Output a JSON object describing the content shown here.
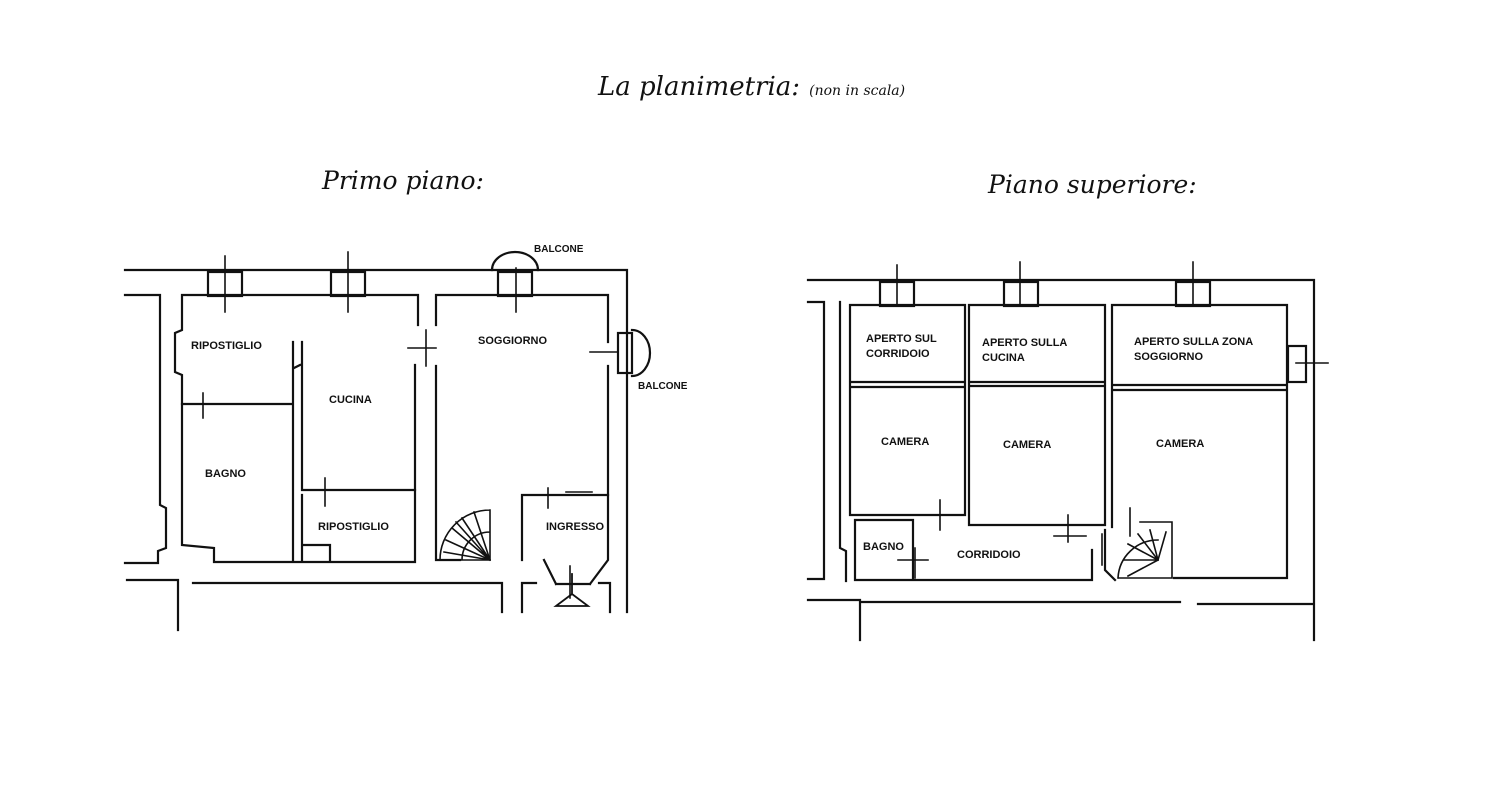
{
  "title": {
    "main": "La planimetria:",
    "sub": "(non in scala)"
  },
  "floors": [
    {
      "title": "Primo piano:",
      "rooms": [
        "RIPOSTIGLIO",
        "CUCINA",
        "SOGGIORNO",
        "BAGNO",
        "RIPOSTIGLIO",
        "INGRESSO"
      ],
      "balconies": [
        "BALCONE",
        "BALCONE"
      ]
    },
    {
      "title": "Piano superiore:",
      "rooms": [
        [
          "APERTO SUL",
          "CORRIDOIO"
        ],
        [
          "APERTO SULLA",
          "CUCINA"
        ],
        [
          "APERTO SULLA ZONA",
          "SOGGIORNO"
        ],
        "CAMERA",
        "CAMERA",
        "CAMERA",
        "BAGNO",
        "CORRIDOIO"
      ]
    }
  ]
}
